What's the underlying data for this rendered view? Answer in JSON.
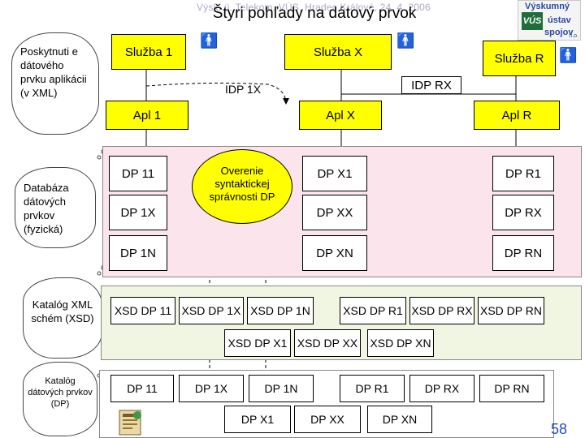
{
  "header": {
    "small_text": "Výsk. ú. Telekom. VÚS, Hradec Králové, 24. 4. 2006",
    "title": "Štyri pohľady na dátový prvok"
  },
  "logo": {
    "line1": "Výskumný",
    "line2": "ústav",
    "line3": "spojov",
    "mark": "VÚS",
    "suffix": "n.o."
  },
  "clouds": {
    "c1": "Poskytnuti e dátového prvku aplikácii (v XML)",
    "c2": "Databáza dátových prvkov (fyzická)",
    "c3": "Katalóg XML schém (XSD)",
    "c4": "Katalóg dátových prvkov (DP)"
  },
  "services": {
    "s1": "Služba 1",
    "sx": "Služba X",
    "sr": "Služba R"
  },
  "idp": {
    "idp1x": "IDP 1X",
    "idprx": "IDP RX"
  },
  "apps": {
    "a1": "Apl 1",
    "ax": "Apl X",
    "ar": "Apl R"
  },
  "validation": {
    "text": "Overenie syntaktickej správnosti DP"
  },
  "db_items": {
    "dp11": "DP 11",
    "dp1x": "DP 1X",
    "dp1n": "DP 1N",
    "dpx1": "DP X1",
    "dpxx": "DP XX",
    "dpxn": "DP XN",
    "dpr1": "DP R1",
    "dprx": "DP RX",
    "dprn": "DP RN"
  },
  "xsd": {
    "r1": [
      "XSD DP 11",
      "XSD DP 1X",
      "XSD DP 1N",
      "XSD DP R1",
      "XSD DP RX",
      "XSD DP RN"
    ],
    "r2": [
      "XSD DP X1",
      "XSD DP XX",
      "XSD DP XN"
    ]
  },
  "catalog": {
    "r1": [
      "DP 11",
      "DP 1X",
      "DP 1N",
      "DP R1",
      "DP RX",
      "DP RN"
    ],
    "r2": [
      "DP X1",
      "DP XX",
      "DP XN"
    ]
  },
  "page_number": "58",
  "icons": {
    "person": "person-icon",
    "clipart": "clipart-icon"
  },
  "colors": {
    "service_fill": "#ffff00",
    "db_panel": "#fbe4ec",
    "xsd_panel": "#f0f6e2",
    "page_number": "#2050c0"
  }
}
